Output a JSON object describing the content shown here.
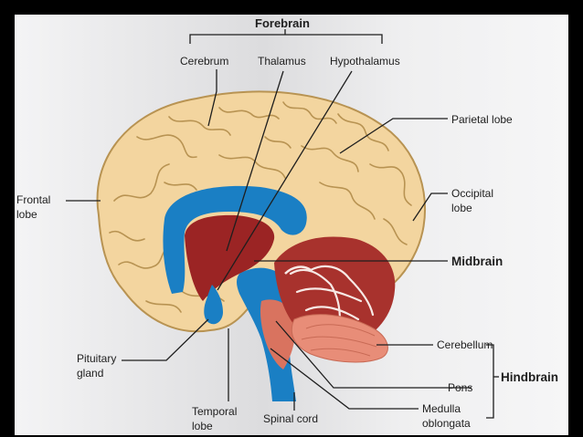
{
  "diagram": {
    "groups": {
      "forebrain": "Forebrain",
      "midbrain": "Midbrain",
      "hindbrain": "Hindbrain"
    },
    "labels": {
      "cerebrum": "Cerebrum",
      "thalamus": "Thalamus",
      "hypothalamus": "Hypothalamus",
      "parietal_lobe": "Parietal lobe",
      "frontal_lobe_1": "Frontal",
      "frontal_lobe_2": "lobe",
      "occipital_lobe_1": "Occipital",
      "occipital_lobe_2": "lobe",
      "cerebellum": "Cerebellum",
      "pons": "Pons",
      "medulla_1": "Medulla",
      "medulla_2": "oblongata",
      "pituitary_1": "Pituitary",
      "pituitary_2": "gland",
      "temporal_1": "Temporal",
      "temporal_2": "lobe",
      "spinal_cord": "Spinal cord"
    },
    "colors": {
      "cortex": "#f3d59f",
      "cortex_outline": "#b89352",
      "ventricle_blue": "#1a7fc4",
      "deep_red": "#9b2424",
      "cerebellum_red": "#a8322d",
      "pons_salmon": "#e88d78",
      "line": "#1e1e1e"
    }
  }
}
